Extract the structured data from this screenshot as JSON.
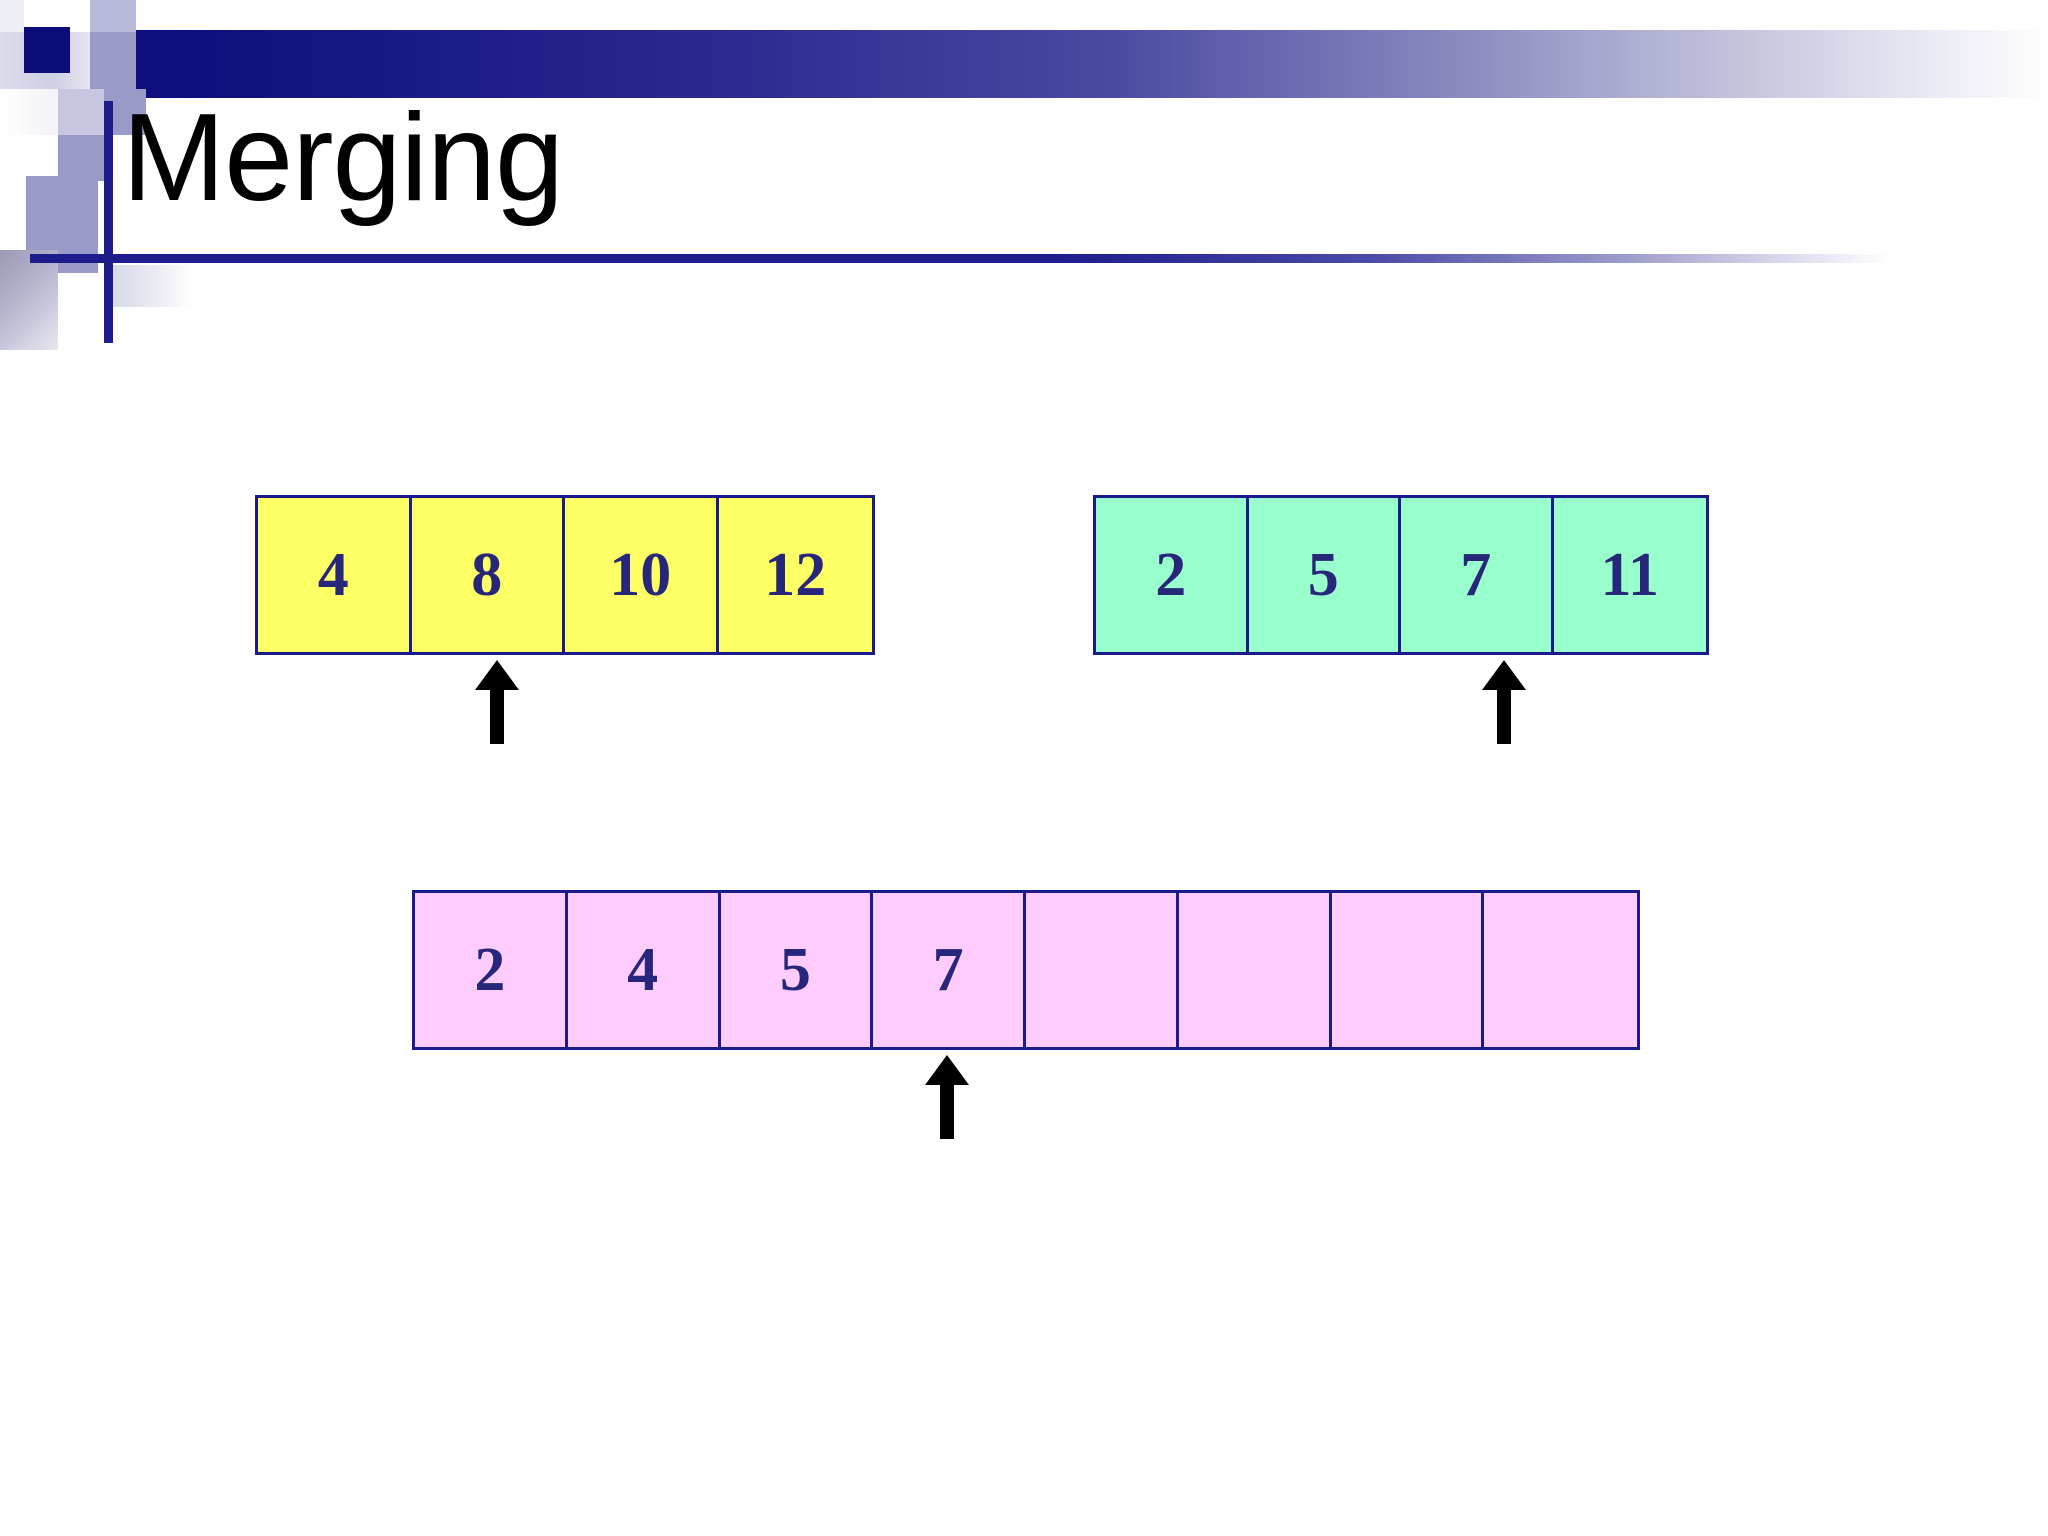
{
  "slide": {
    "title": "Merging",
    "background": "#ffffff",
    "accent_navy": "#1a1a8c",
    "text_navy": "#26267a"
  },
  "header": {
    "band_gradient_start": "#0b0b80",
    "band_gradient_end": "#ffffff",
    "decor_squares": [
      {
        "name": "navy-square",
        "color": "#0d0d7a"
      },
      {
        "name": "lavender-square-1",
        "color": "#b9b9da"
      },
      {
        "name": "lavender-square-2",
        "color": "#9a9ac9"
      },
      {
        "name": "lavender-square-3",
        "color": "#c6c6e0"
      },
      {
        "name": "lavender-square-4",
        "color": "#9a9ac9"
      },
      {
        "name": "lavender-block",
        "color": "#9a9ac9"
      },
      {
        "name": "grey-gradient-block",
        "color": "#9a9ab8"
      }
    ]
  },
  "diagram": {
    "arrays": [
      {
        "id": "array-left",
        "name": "left-source-array",
        "fill": "#ffff66",
        "border": "#1a1a8c",
        "cells": [
          "4",
          "8",
          "10",
          "12"
        ],
        "pointer_index": 1
      },
      {
        "id": "array-right",
        "name": "right-source-array",
        "fill": "#99ffcc",
        "border": "#1a1a8c",
        "cells": [
          "2",
          "5",
          "7",
          "11"
        ],
        "pointer_index": 2
      },
      {
        "id": "array-result",
        "name": "merged-result-array",
        "fill": "#ffccff",
        "border": "#1a1a8c",
        "cells": [
          "2",
          "4",
          "5",
          "7",
          "",
          "",
          "",
          ""
        ],
        "pointer_index": 3
      }
    ],
    "pointer_icon": "up-arrow-icon",
    "pointer_color": "#000000"
  }
}
